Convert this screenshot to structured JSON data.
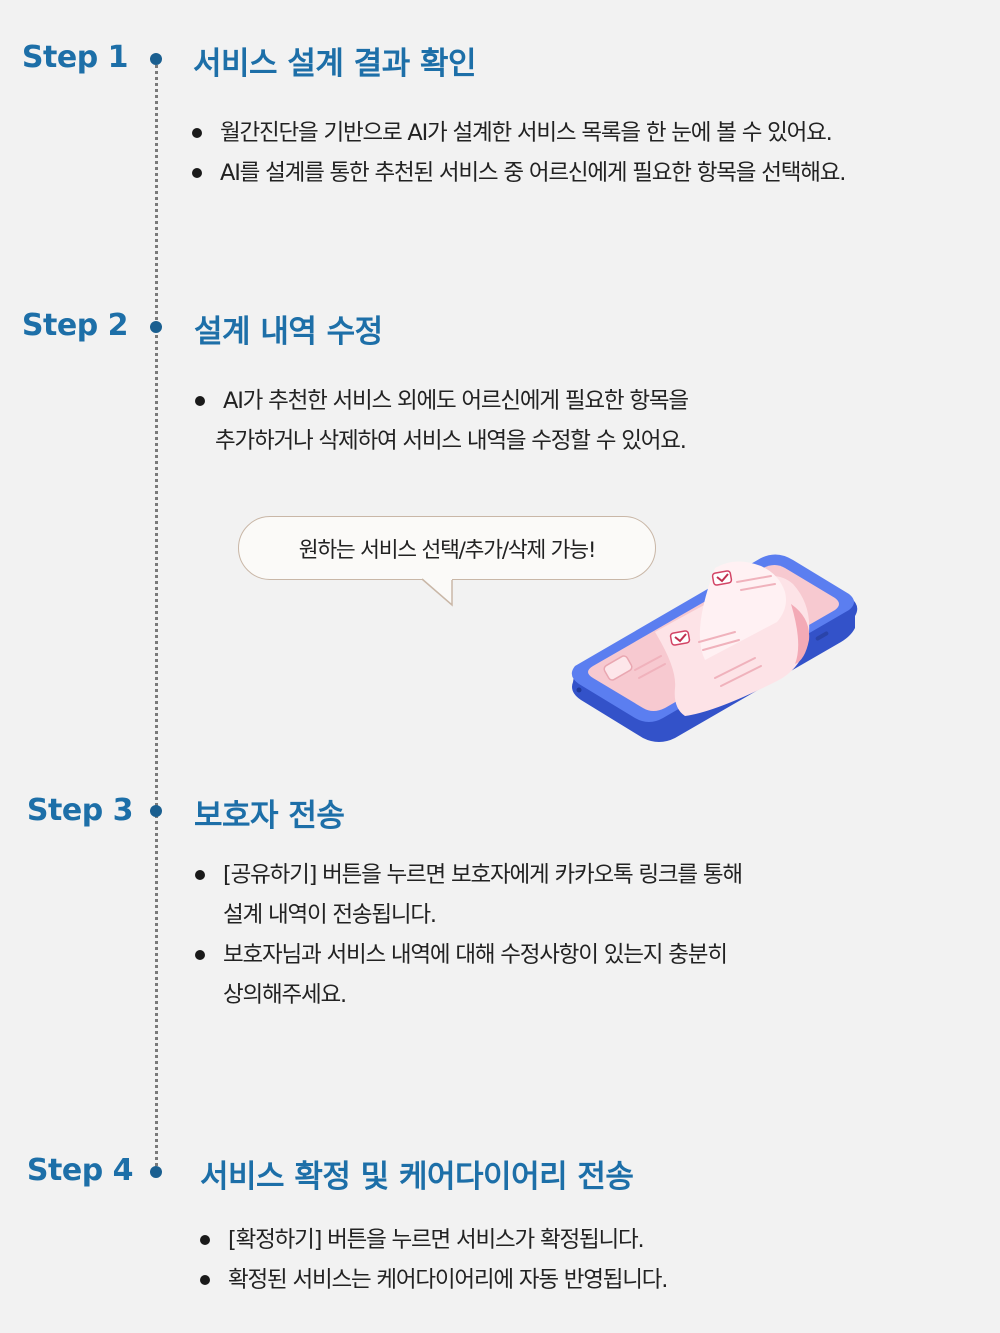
{
  "steps": [
    {
      "label": "Step 1",
      "title": "서비스 설계 결과 확인",
      "bullets": [
        {
          "line1": "월간진단을 기반으로 AI가 설계한 서비스 목록을 한 눈에 볼 수 있어요.",
          "line2": ""
        },
        {
          "line1": "AI를 설계를 통한 추천된 서비스 중 어르신에게 필요한 항목을 선택해요.",
          "line2": ""
        }
      ]
    },
    {
      "label": "Step 2",
      "title": "설계 내역 수정",
      "bullets": [
        {
          "line1": "AI가 추천한 서비스 외에도 어르신에게 필요한 항목을",
          "line2": "추가하거나 삭제하여 서비스 내역을 수정할 수 있어요."
        }
      ]
    },
    {
      "label": "Step 3",
      "title": "보호자 전송",
      "bullets": [
        {
          "line1": "[공유하기] 버튼을 누르면 보호자에게 카카오톡 링크를 통해",
          "line2": "설계 내역이 전송됩니다."
        },
        {
          "line1": "보호자님과 서비스 내역에 대해 수정사항이 있는지 충분히",
          "line2": "상의해주세요."
        }
      ]
    },
    {
      "label": "Step 4",
      "title": "서비스 확정 및 케어다이어리 전송",
      "bullets": [
        {
          "line1": "[확정하기] 버튼을 누르면 서비스가 확정됩니다.",
          "line2": ""
        },
        {
          "line1": "확정된 서비스는 케어다이어리에 자동 반영됩니다.",
          "line2": ""
        }
      ]
    }
  ],
  "bubble": {
    "text": "원하는 서비스 선택/추가/삭제 가능!"
  },
  "colors": {
    "accent": "#1d6fa8",
    "background": "#f2f2f2",
    "phone": "#4a6ee0",
    "paper": "#fbd6d8"
  },
  "illustration": {
    "icon": "phone-checklist-icon"
  }
}
